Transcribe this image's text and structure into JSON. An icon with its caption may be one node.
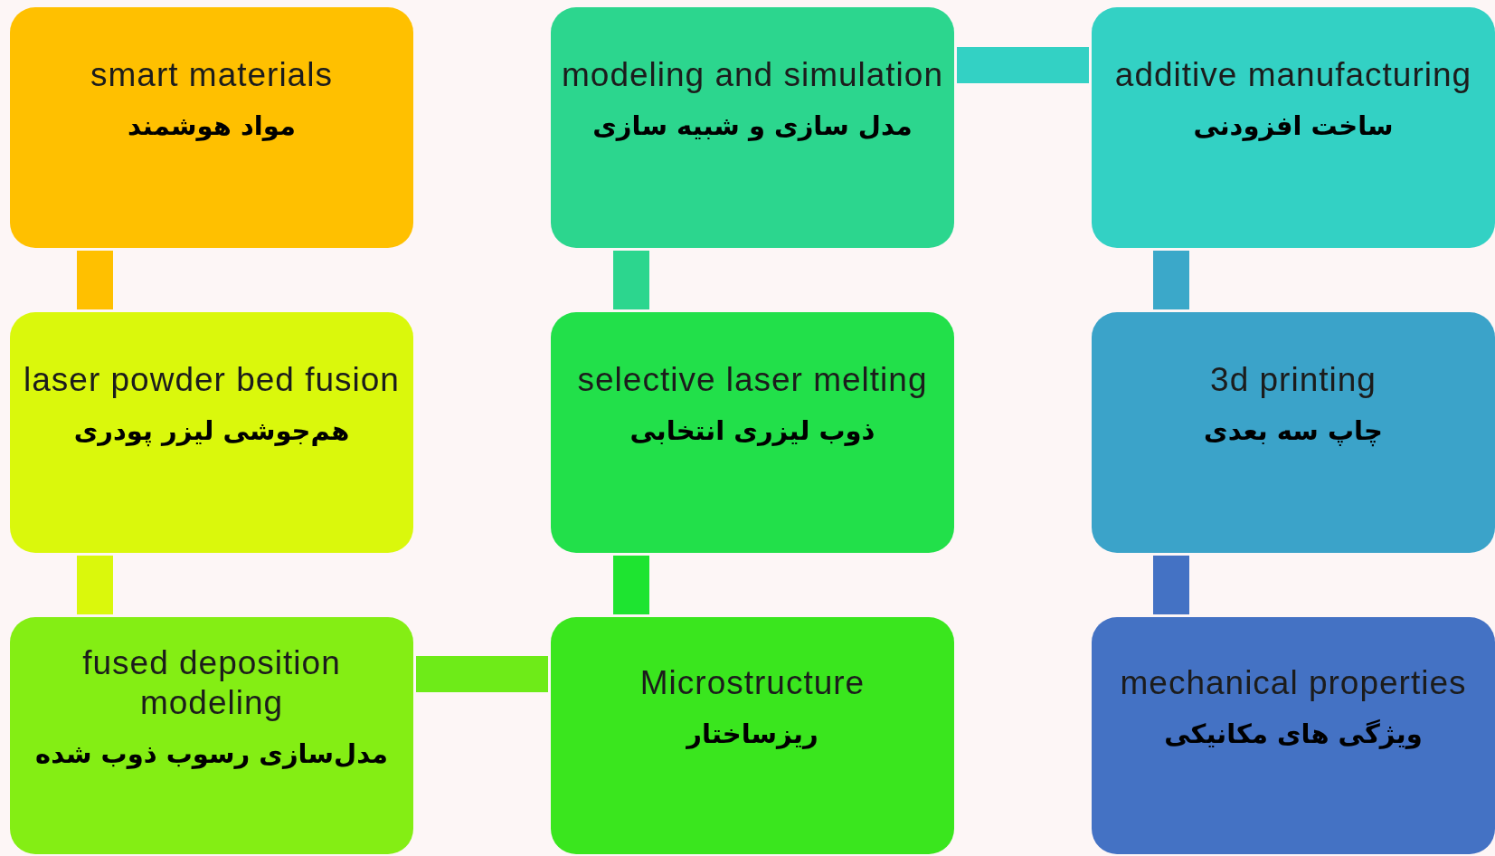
{
  "diagram": {
    "nodes": [
      {
        "text": [
          "smart materials",
          "مواد هوشمند"
        ]
      },
      {
        "text": [
          "modeling and simulation",
          "مدل سازی و شبیه سازی"
        ]
      },
      {
        "text": [
          "additive manufacturing",
          "ساخت افزودنی"
        ]
      },
      {
        "text": [
          "laser powder bed fusion",
          "هم‌جوشی لیزر پودری"
        ]
      },
      {
        "text": [
          "selective laser melting",
          "ذوب لیزری انتخابی"
        ]
      },
      {
        "text": [
          "3d printing",
          "چاپ سه بعدی"
        ]
      },
      {
        "text": [
          "fused deposition modeling",
          "مدل‌سازی رسوب ذوب شده"
        ]
      },
      {
        "text": [
          "Microstructure",
          "ریزساختار"
        ]
      },
      {
        "text": [
          "mechanical properties",
          "ویژگی های مکانیکی"
        ]
      }
    ],
    "edges": [
      {
        "from": 0,
        "to": 3,
        "arrow": "none",
        "color": "#ffc000"
      },
      {
        "from": 3,
        "to": 6,
        "arrow": "none",
        "color": "#daf80c"
      },
      {
        "from": 1,
        "to": 2,
        "arrow": "none",
        "color": "#33d1c4"
      },
      {
        "from": 1,
        "to": 4,
        "arrow": "none",
        "color": "#2cd68e"
      },
      {
        "from": 4,
        "to": 7,
        "arrow": "none",
        "color": "#1ee430"
      },
      {
        "from": 2,
        "to": 5,
        "arrow": "none",
        "color": "#3ba8c9"
      },
      {
        "from": 5,
        "to": 8,
        "arrow": "none",
        "color": "#4472c4"
      },
      {
        "from": 6,
        "to": 7,
        "arrow": "none",
        "color": "#6eeb18"
      }
    ]
  }
}
